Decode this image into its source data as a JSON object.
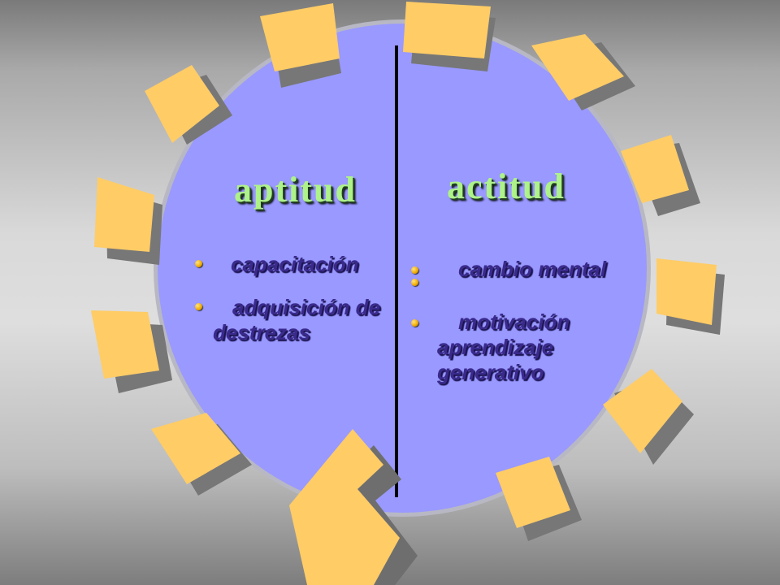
{
  "diagram": {
    "left": {
      "heading": "aptitud",
      "items": [
        "capacitación",
        "adquisición de destrezas"
      ]
    },
    "right": {
      "heading": "actitud",
      "items": [
        "cambio mental",
        "",
        "motivación aprendizaje generativo"
      ]
    }
  },
  "colors": {
    "circle_fill": "#9999ff",
    "circle_border": "#b0b0c0",
    "divider": "#000000",
    "note_fill": "#ffcc66",
    "note_shadow": "#7a7a7a",
    "heading_text": "#aef28a",
    "bullet_text": "#3a2a8c",
    "bullet_dot": "#f0a800"
  },
  "icons": [
    "sticky-note-icon",
    "curved-arrow-icon",
    "bullet-dot-icon"
  ]
}
